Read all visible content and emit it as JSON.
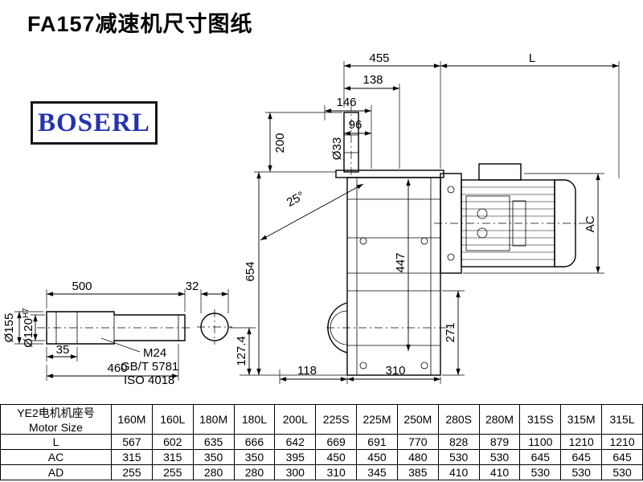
{
  "page": {
    "title": "FA157减速机尺寸图纸",
    "logo_text": "BOSERL"
  },
  "colors": {
    "logo_blue": "#2433b0",
    "line_black": "#000000"
  },
  "drawing": {
    "labels": {
      "d455": "455",
      "dL": "L",
      "d138": "138",
      "d146": "146",
      "d96": "96",
      "d33": "Ø33",
      "d200": "200",
      "d25": "25°",
      "d654": "654",
      "d447": "447",
      "dAC": "AC",
      "d271": "271",
      "d500": "500",
      "d32": "32",
      "d35": "35",
      "d460": "460",
      "d155": "Ø155",
      "d120": "Ø120",
      "d120sup": "H7",
      "m24": "M24",
      "gbt": "GB/T 5781",
      "iso": "ISO 4018",
      "d1274": "127.4",
      "d118": "118",
      "d310": "310"
    }
  },
  "table": {
    "header": {
      "line1": "YE2电机机座号",
      "line2": "Motor Size"
    },
    "columns": [
      "160M",
      "160L",
      "180M",
      "180L",
      "200L",
      "225S",
      "225M",
      "250M",
      "280S",
      "280M",
      "315S",
      "315M",
      "315L"
    ],
    "rows": [
      {
        "label": "L",
        "values": [
          "567",
          "602",
          "635",
          "666",
          "642",
          "669",
          "691",
          "770",
          "828",
          "879",
          "1100",
          "1210",
          "1210"
        ]
      },
      {
        "label": "AC",
        "values": [
          "315",
          "315",
          "350",
          "350",
          "395",
          "450",
          "450",
          "480",
          "530",
          "530",
          "645",
          "645",
          "645"
        ]
      },
      {
        "label": "AD",
        "values": [
          "255",
          "255",
          "280",
          "280",
          "300",
          "310",
          "345",
          "385",
          "410",
          "410",
          "530",
          "530",
          "530"
        ]
      }
    ]
  }
}
